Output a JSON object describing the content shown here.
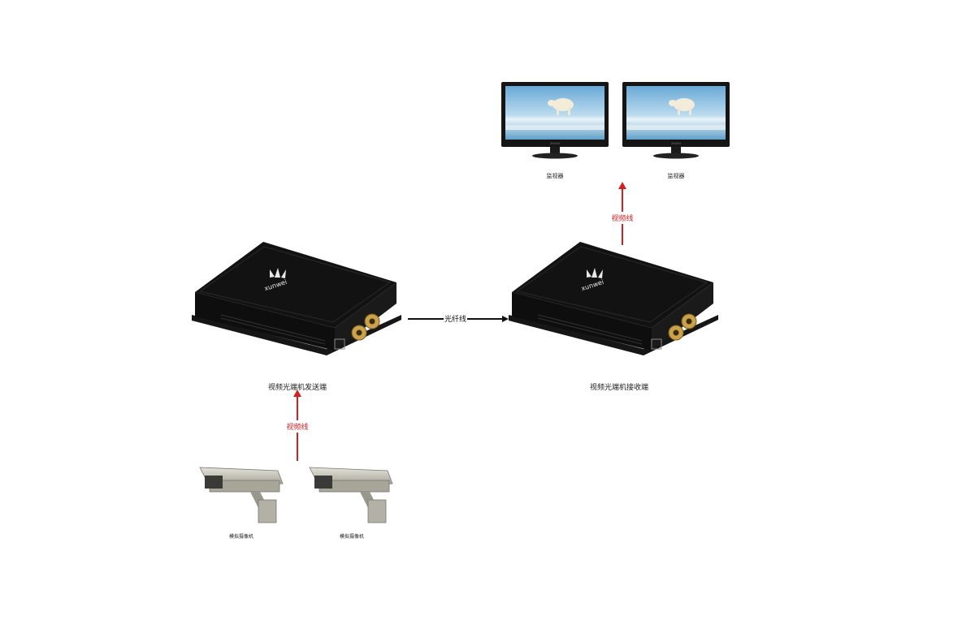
{
  "monitors": [
    {
      "label": "监视器",
      "brand": "ZHISHI"
    },
    {
      "label": "监视器",
      "brand": "ZHISHI"
    }
  ],
  "devices": {
    "transmitter": {
      "label": "视频光端机发送端",
      "logo": "xunwei"
    },
    "receiver": {
      "label": "视频光端机接收端",
      "logo": "xunwei"
    }
  },
  "cameras": [
    {
      "label": "模拟摄像机"
    },
    {
      "label": "模拟摄像机"
    }
  ],
  "links": {
    "fiber": "光纤线",
    "video_top": "视频线",
    "video_bottom": "视频线"
  },
  "colors": {
    "video_arrow": "#d32020",
    "fiber_arrow": "#111111",
    "device_body": "#101010"
  }
}
